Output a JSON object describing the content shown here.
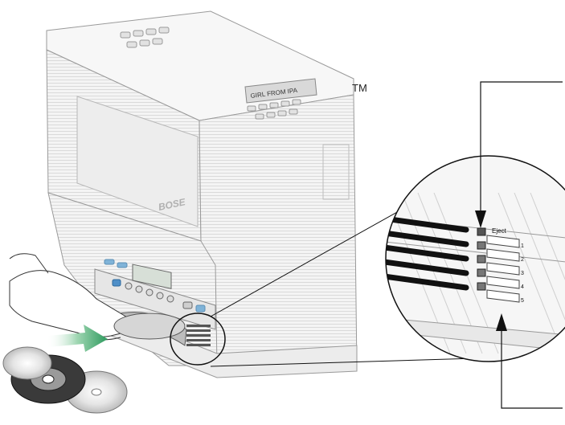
{
  "trademark": "TM",
  "brand": "BOSE",
  "display_text": "GIRL FROM IPA",
  "zoom": {
    "eject_label": "Eject",
    "slots": [
      "1",
      "2",
      "3",
      "4",
      "5"
    ]
  },
  "colors": {
    "body": "#f2f2f2",
    "line": "#1a1a1a",
    "accent_blue": "#7fb3d8",
    "disc_arrow": "#3aa36a"
  }
}
